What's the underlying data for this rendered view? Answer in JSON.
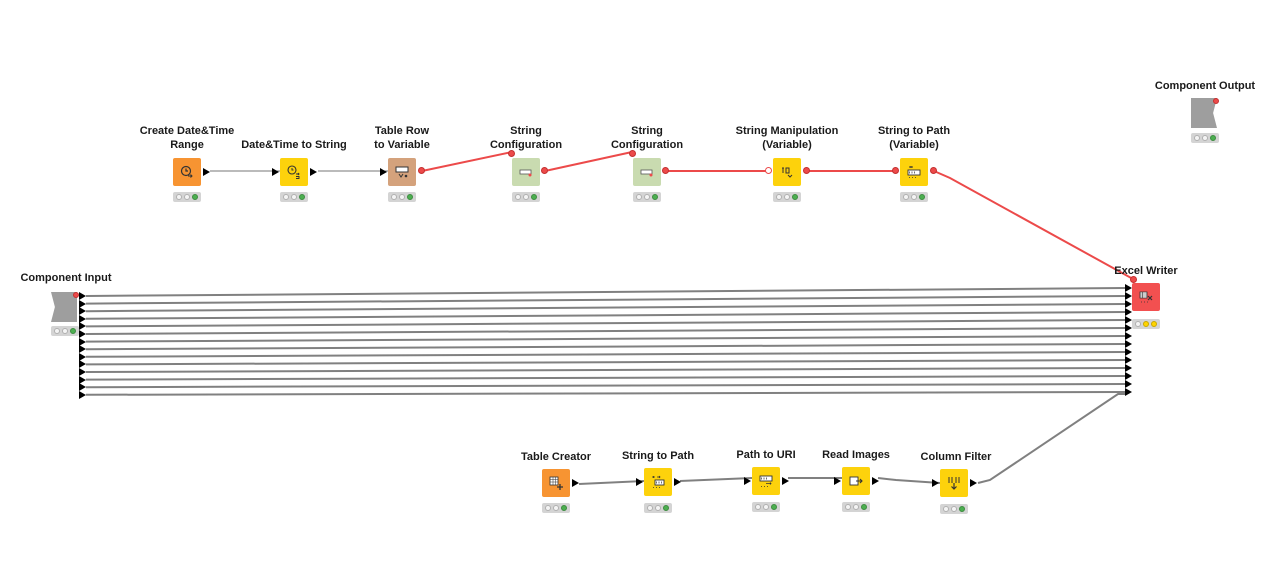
{
  "workflow": {
    "nodes": {
      "create_datetime_range": {
        "label": "Create Date&Time Range",
        "label_line1": "Create Date&Time",
        "label_line2": "Range",
        "color": "#f79432",
        "status": [
          "off",
          "off",
          "green"
        ]
      },
      "datetime_to_string": {
        "label": "Date&Time to String",
        "color": "#fdd20c",
        "status": [
          "off",
          "off",
          "green"
        ]
      },
      "table_row_to_variable": {
        "label": "Table Row to Variable",
        "label_line1": "Table Row",
        "label_line2": "to Variable",
        "color": "#d4a27c",
        "status": [
          "off",
          "off",
          "green"
        ]
      },
      "string_configuration_1": {
        "label": "String Configuration",
        "label_line1": "String",
        "label_line2": "Configuration",
        "color": "#c9dbb0",
        "status": [
          "off",
          "off",
          "green"
        ]
      },
      "string_configuration_2": {
        "label": "String Configuration",
        "label_line1": "String",
        "label_line2": "Configuration",
        "color": "#c9dbb0",
        "status": [
          "off",
          "off",
          "green"
        ]
      },
      "string_manipulation_variable": {
        "label": "String Manipulation (Variable)",
        "label_line1": "String Manipulation",
        "label_line2": "(Variable)",
        "color": "#fdd20c",
        "status": [
          "off",
          "off",
          "green"
        ]
      },
      "string_to_path_variable": {
        "label": "String to Path (Variable)",
        "label_line1": "String to Path",
        "label_line2": "(Variable)",
        "color": "#fdd20c",
        "status": [
          "off",
          "off",
          "green"
        ]
      },
      "component_output": {
        "label": "Component Output",
        "color": "#9e9e9e",
        "status": [
          "off",
          "off",
          "green"
        ]
      },
      "component_input": {
        "label": "Component Input",
        "color": "#9e9e9e",
        "status": [
          "off",
          "off",
          "green"
        ]
      },
      "excel_writer": {
        "label": "Excel Writer",
        "color": "#f25050",
        "status": [
          "off",
          "yellow",
          "yellow"
        ]
      },
      "table_creator": {
        "label": "Table Creator",
        "color": "#f79432",
        "status": [
          "off",
          "off",
          "green"
        ]
      },
      "string_to_path": {
        "label": "String to Path",
        "color": "#fdd20c",
        "status": [
          "off",
          "off",
          "green"
        ]
      },
      "path_to_uri": {
        "label": "Path to URI",
        "color": "#fdd20c",
        "status": [
          "off",
          "off",
          "green"
        ]
      },
      "read_images": {
        "label": "Read Images",
        "color": "#fdd20c",
        "status": [
          "off",
          "off",
          "green"
        ]
      },
      "column_filter": {
        "label": "Column Filter",
        "color": "#fdd20c",
        "status": [
          "off",
          "off",
          "green"
        ]
      }
    },
    "colors": {
      "data_connection": "#808080",
      "flow_variable_connection": "#ec4a4a",
      "port_black": "#000000"
    },
    "component_input_connection_count": 14
  }
}
